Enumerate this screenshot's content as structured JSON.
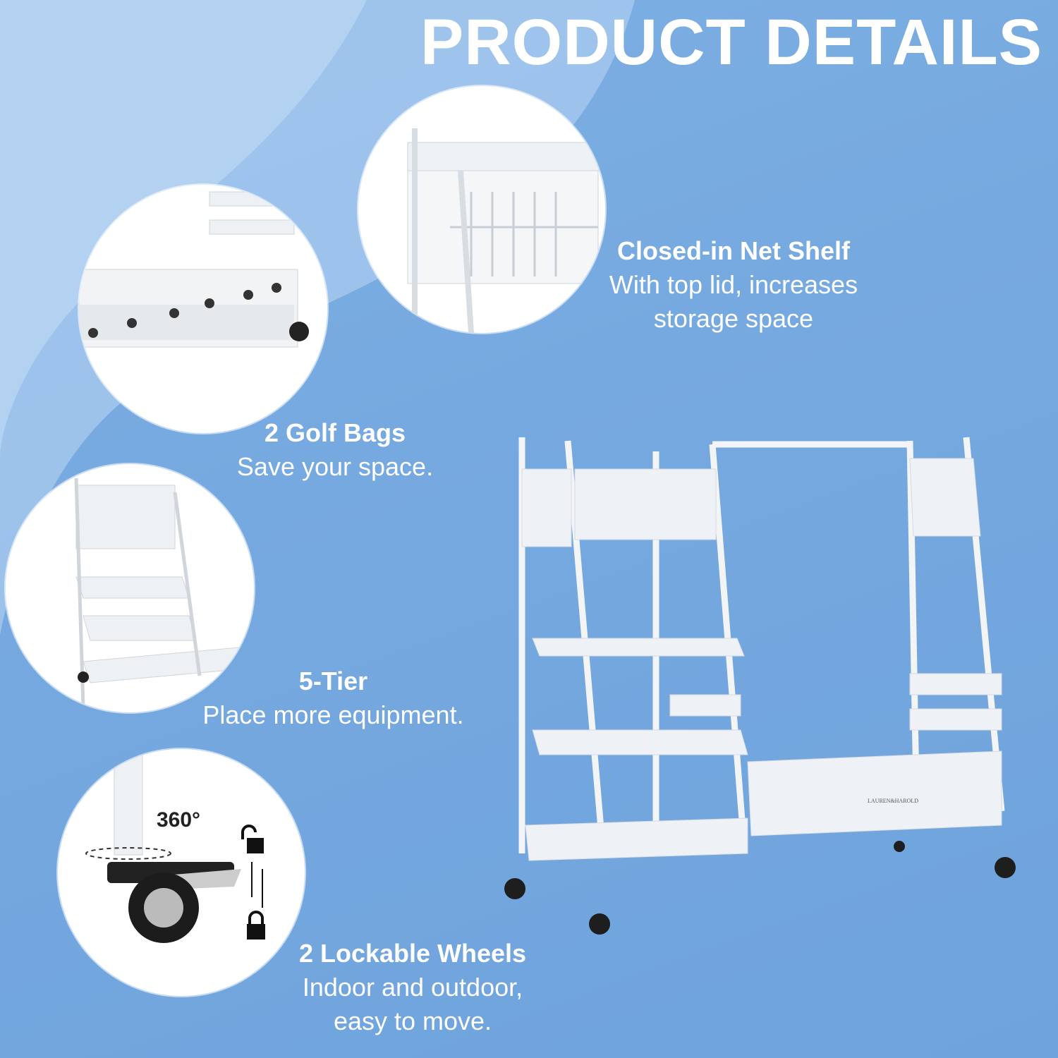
{
  "title": "PRODUCT DETAILS",
  "features": [
    {
      "heading": "Closed-in Net Shelf",
      "lines": [
        "With top lid, increases",
        "storage space"
      ]
    },
    {
      "heading": "2 Golf Bags",
      "lines": [
        "Save your space."
      ]
    },
    {
      "heading": "5-Tier",
      "lines": [
        "Place more equipment."
      ]
    },
    {
      "heading": "2 Lockable Wheels",
      "lines": [
        "Indoor and outdoor,",
        "easy to move."
      ]
    }
  ],
  "wheel_detail": {
    "rotation_label": "360°"
  },
  "brand_logo": "LAUREN&HAROLD",
  "colors": {
    "background": "#76a9df",
    "text": "#ffffff"
  }
}
